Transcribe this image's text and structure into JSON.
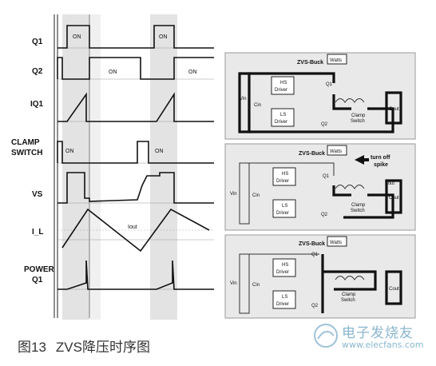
{
  "timing": {
    "signals": [
      "Q1",
      "Q2",
      "IQ1",
      "CLAMP SWITCH",
      "VS",
      "I_L",
      "POWER Q1"
    ],
    "clamp_label_line1": "CLAMP",
    "clamp_label_line2": "SWITCH",
    "power_label_line1": "POWER",
    "power_label_line2": "Q1",
    "on_label": "ON",
    "iout_label": "Iout"
  },
  "circuits": {
    "panel_title": "ZVS-Buck",
    "watts": "Watts",
    "hs_driver_line1": "HS",
    "hs_driver_line2": "Driver",
    "ls_driver_line1": "LS",
    "ls_driver_line2": "Driver",
    "q1": "Q1",
    "q2": "Q2",
    "vin": "Vin",
    "cin": "Cin",
    "cout": "Cout",
    "clamp_line1": "Clamp",
    "clamp_line2": "Switch",
    "vout": "Vout",
    "turn_off_spike_line1": "turn off",
    "turn_off_spike_line2": "spike"
  },
  "caption": {
    "figure_number": "图13",
    "title": "ZVS降压时序图"
  },
  "watermark": {
    "name": "电子发烧友",
    "url": "www.elecfans.com",
    "icon": "elecfans-logo-icon"
  }
}
